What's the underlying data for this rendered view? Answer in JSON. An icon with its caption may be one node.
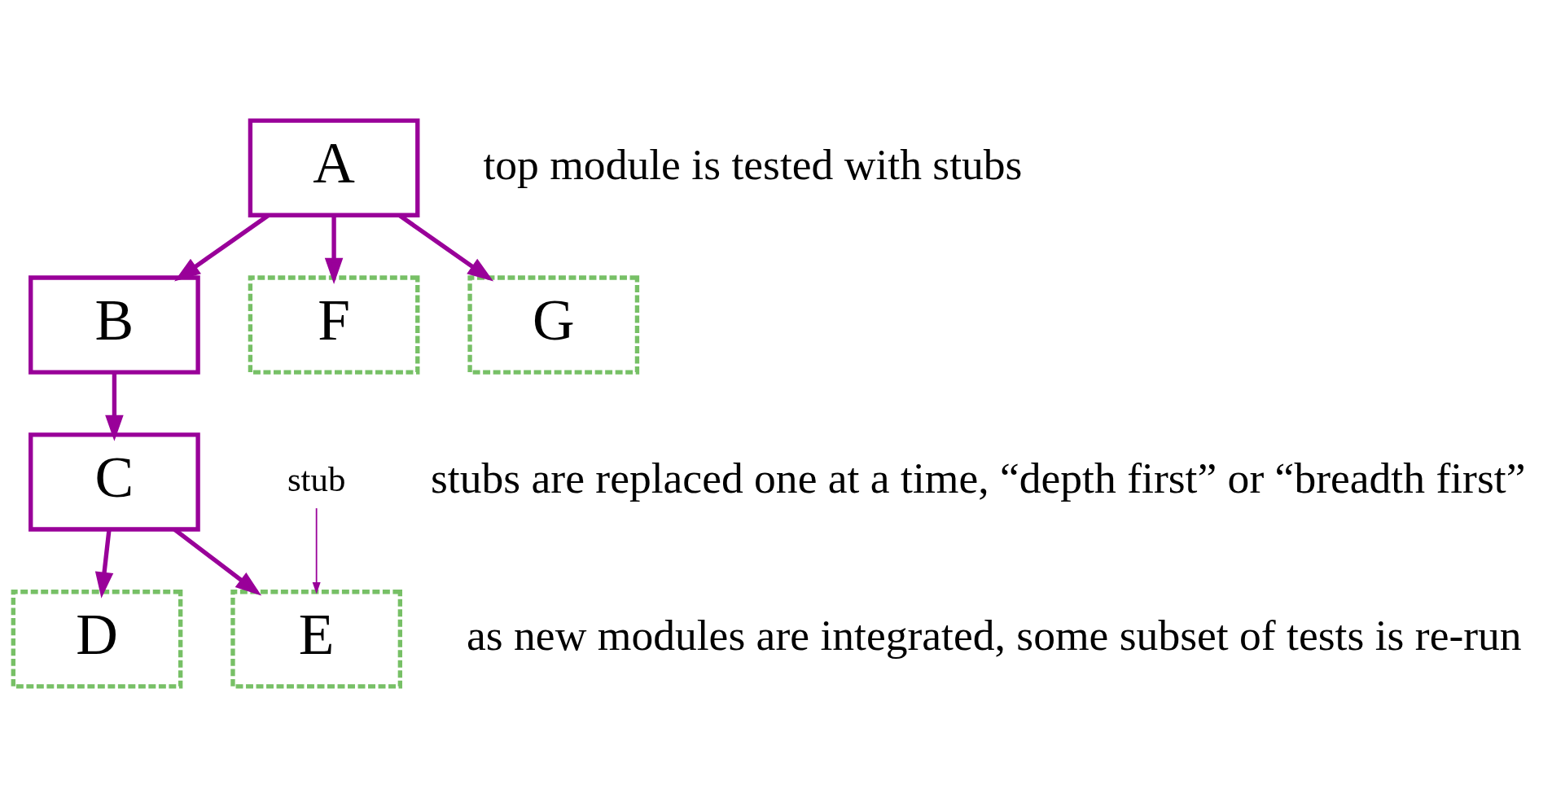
{
  "diagram": {
    "nodes": [
      {
        "text": [
          "A"
        ]
      },
      {
        "text": [
          "B"
        ]
      },
      {
        "text": [
          "F"
        ]
      },
      {
        "text": [
          "G"
        ]
      },
      {
        "text": [
          "C"
        ]
      },
      {
        "text": [
          "D"
        ]
      },
      {
        "text": [
          "E"
        ]
      },
      {
        "text": [
          "stub"
        ]
      }
    ],
    "edges": [
      {
        "from": 0,
        "to": 1,
        "arrow": "to"
      },
      {
        "from": 0,
        "to": 2,
        "arrow": "to"
      },
      {
        "from": 0,
        "to": 3,
        "arrow": "to"
      },
      {
        "from": 1,
        "to": 4,
        "arrow": "to"
      },
      {
        "from": 4,
        "to": 5,
        "arrow": "to"
      },
      {
        "from": 4,
        "to": 6,
        "arrow": "to"
      },
      {
        "from": 7,
        "to": 6,
        "arrow": "to"
      }
    ],
    "labels": [
      "top module is tested with stubs",
      "stubs are replaced one at a time, “depth first” or “breadth first”",
      "as new modules are integrated, some subset of tests is re-run"
    ]
  }
}
